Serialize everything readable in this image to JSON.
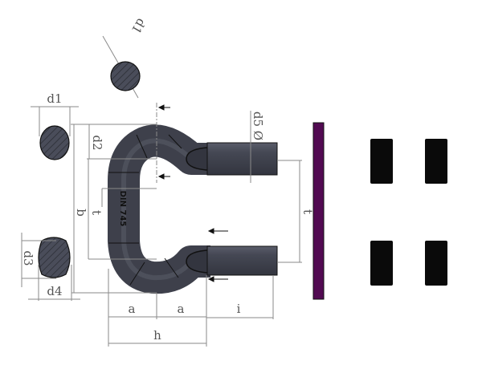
{
  "drawing": {
    "part_marking": "DIN 745",
    "labels": {
      "d1_rotated": "d1",
      "d1": "d1",
      "d2": "d2",
      "d3": "d3",
      "d4": "d4",
      "d5": "d5 Ø",
      "b": "b",
      "t_left": "t",
      "t_right": "t",
      "a_left": "a",
      "a_right": "a",
      "i": "i",
      "h": "h"
    },
    "colors": {
      "steel": "#3e404b",
      "plate": "#520a52",
      "nut": "#0a0a0a"
    }
  }
}
